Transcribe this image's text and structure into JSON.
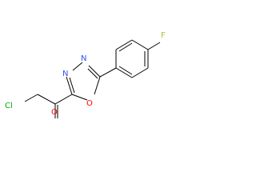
{
  "structure": {
    "atoms": {
      "cl": "Cl",
      "o_carbonyl": "O",
      "n3": "N",
      "n4": "N",
      "o_ring": "O",
      "f": "F"
    },
    "colors": {
      "bond": "#000000",
      "chlorine": "#00aa00",
      "oxygen": "#ff0000",
      "nitrogen": "#3050f8",
      "fluorine": "#a8c040"
    }
  }
}
